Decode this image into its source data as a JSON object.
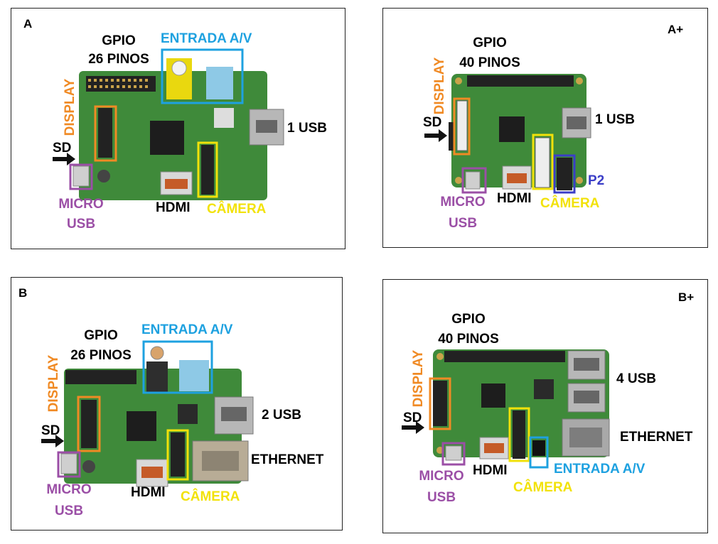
{
  "colors": {
    "display": "#f08a24",
    "av": "#1ea1e0",
    "camera": "#f2e20a",
    "usb": "#9b4fa6",
    "p2": "#3b3ec7",
    "board": "#3f8a3a"
  },
  "panels": {
    "a": {
      "letter": "A",
      "gpio_line1": "GPIO",
      "gpio_line2": "26 PINOS",
      "av": "ENTRADA A/V",
      "display": "DISPLAY",
      "usb": "1 USB",
      "sd": "SD",
      "micro1": "MICRO",
      "micro2": "USB",
      "hdmi": "HDMI",
      "camera": "CÂMERA"
    },
    "aplus": {
      "letter": "A+",
      "gpio_line1": "GPIO",
      "gpio_line2": "40 PINOS",
      "display": "DISPLAY",
      "usb": "1 USB",
      "sd": "SD",
      "micro1": "MICRO",
      "micro2": "USB",
      "hdmi": "HDMI",
      "camera": "CÂMERA",
      "p2": "P2"
    },
    "b": {
      "letter": "B",
      "gpio_line1": "GPIO",
      "gpio_line2": "26 PINOS",
      "av": "ENTRADA A/V",
      "display": "DISPLAY",
      "usb": "2 USB",
      "ethernet": "ETHERNET",
      "sd": "SD",
      "micro1": "MICRO",
      "micro2": "USB",
      "hdmi": "HDMI",
      "camera": "CÂMERA"
    },
    "bplus": {
      "letter": "B+",
      "gpio_line1": "GPIO",
      "gpio_line2": "40 PINOS",
      "display": "DISPLAY",
      "usb": "4 USB",
      "ethernet": "ETHERNET",
      "sd": "SD",
      "micro1": "MICRO",
      "micro2": "USB",
      "hdmi": "HDMI",
      "av": "ENTRADA A/V",
      "camera": "CÂMERA"
    }
  }
}
